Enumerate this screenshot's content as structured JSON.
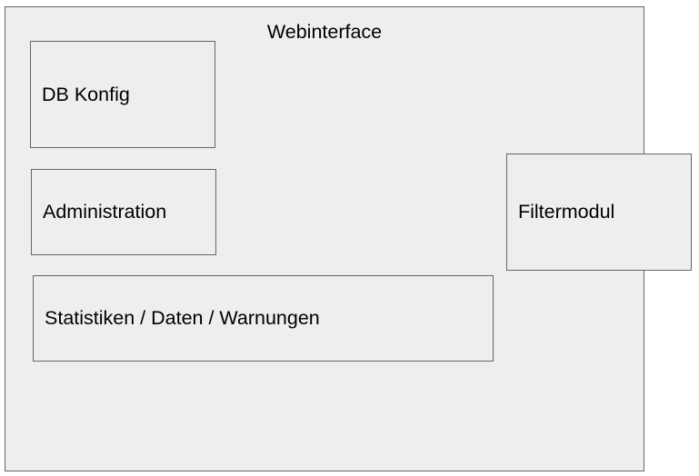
{
  "diagram": {
    "container": {
      "title": "Webinterface"
    },
    "modules": [
      {
        "id": "db-konfig",
        "label": "DB Konfig"
      },
      {
        "id": "administration",
        "label": "Administration"
      },
      {
        "id": "statistiken",
        "label": "Statistiken / Daten / Warnungen"
      },
      {
        "id": "filtermodul",
        "label": "Filtermodul"
      }
    ],
    "colors": {
      "box_fill": "#eeeeee",
      "box_border": "#666666",
      "text": "#000000"
    }
  }
}
